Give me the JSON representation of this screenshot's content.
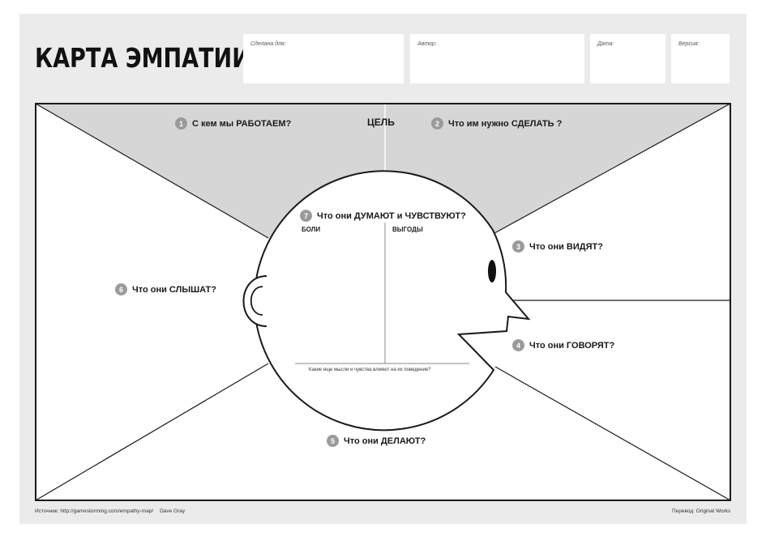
{
  "title": "КАРТА ЭМПАТИИ",
  "header_fields": [
    {
      "label": "Сделана для:"
    },
    {
      "label": "Автор:"
    },
    {
      "label": "Дата:"
    },
    {
      "label": "Версия:"
    }
  ],
  "goal_label": "ЦЕЛЬ",
  "sections": [
    {
      "num": "1",
      "text": "С кем мы РАБОТАЕМ?"
    },
    {
      "num": "2",
      "text": "Что им нужно СДЕЛАТЬ ?"
    },
    {
      "num": "3",
      "text": "Что они ВИДЯТ?"
    },
    {
      "num": "4",
      "text": "Что они ГОВОРЯТ?"
    },
    {
      "num": "5",
      "text": "Что они ДЕЛАЮТ?"
    },
    {
      "num": "6",
      "text": "Что они СЛЫШАТ?"
    },
    {
      "num": "7",
      "text": "Что они ДУМАЮТ и ЧУВСТВУЮТ?"
    }
  ],
  "pains_label": "БОЛИ",
  "gains_label": "ВЫГОДЫ",
  "head_hint": "Какие еще мысли и чувства влияют на их поведение?",
  "footer": {
    "source": "Источник: http://gamestorming.com/empathy-map/",
    "author": "Dave Gray",
    "translation": "Перевод: Original Works"
  },
  "colors": {
    "sheet": "#ebebeb",
    "shaded": "#d6d6d6",
    "line": "#1a1a1a",
    "badge": "#9a9a9a"
  }
}
